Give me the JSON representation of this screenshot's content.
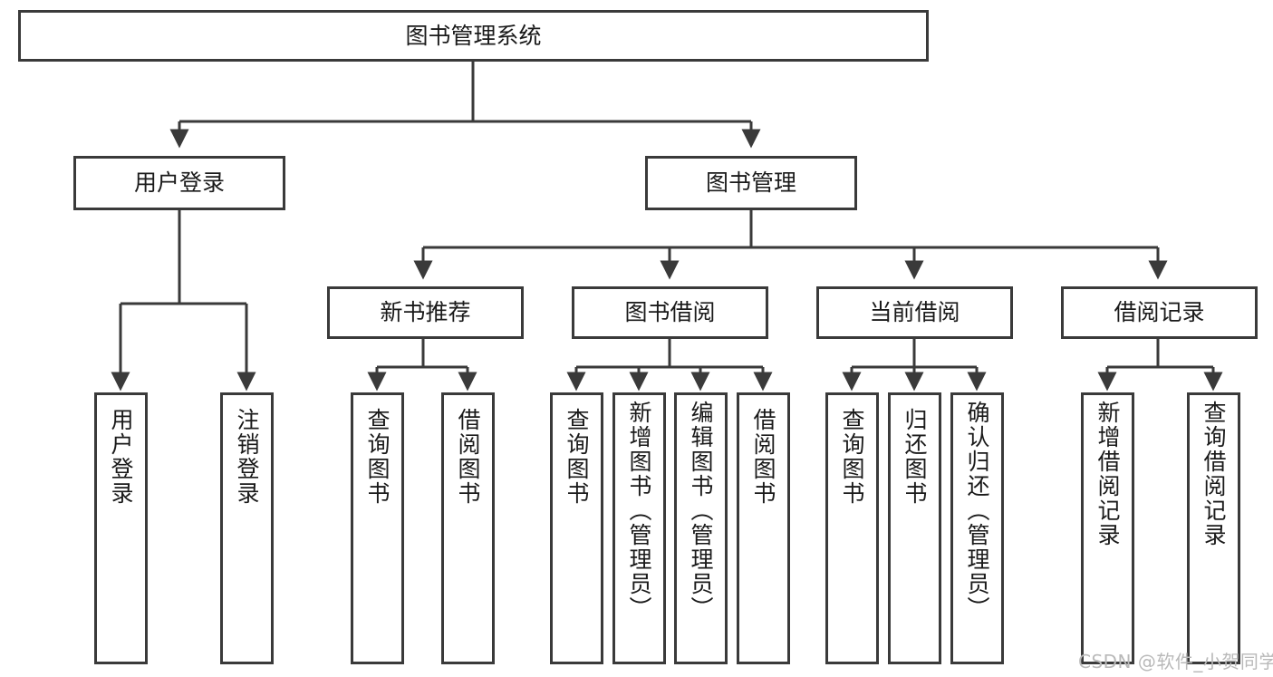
{
  "diagram": {
    "title": "图书管理系统",
    "type": "功能结构图",
    "line_color": "#3a3a3a",
    "box_fill": "#ffffff",
    "text_color": "#1a1a1a"
  },
  "root": {
    "label": "图书管理系统"
  },
  "level2": [
    {
      "label": "用户登录"
    },
    {
      "label": "图书管理"
    }
  ],
  "level3": [
    {
      "label": "新书推荐"
    },
    {
      "label": "图书借阅"
    },
    {
      "label": "当前借阅"
    },
    {
      "label": "借阅记录"
    }
  ],
  "leaves": {
    "user_login": [
      {
        "label": "用户登录"
      },
      {
        "label": "注销登录"
      }
    ],
    "new_book": [
      {
        "label": "查询图书"
      },
      {
        "label": "借阅图书"
      }
    ],
    "borrow_book": [
      {
        "label": "查询图书"
      },
      {
        "label": "新增图书（管理员）"
      },
      {
        "label": "编辑图书（管理员）"
      },
      {
        "label": "借阅图书"
      }
    ],
    "current_borrow": [
      {
        "label": "查询图书"
      },
      {
        "label": "归还图书"
      },
      {
        "label": "确认归还（管理员）"
      }
    ],
    "borrow_record": [
      {
        "label": "新增借阅记录"
      },
      {
        "label": "查询借阅记录"
      }
    ]
  },
  "watermark": {
    "text": "CSDN @软件_小贺同学"
  }
}
